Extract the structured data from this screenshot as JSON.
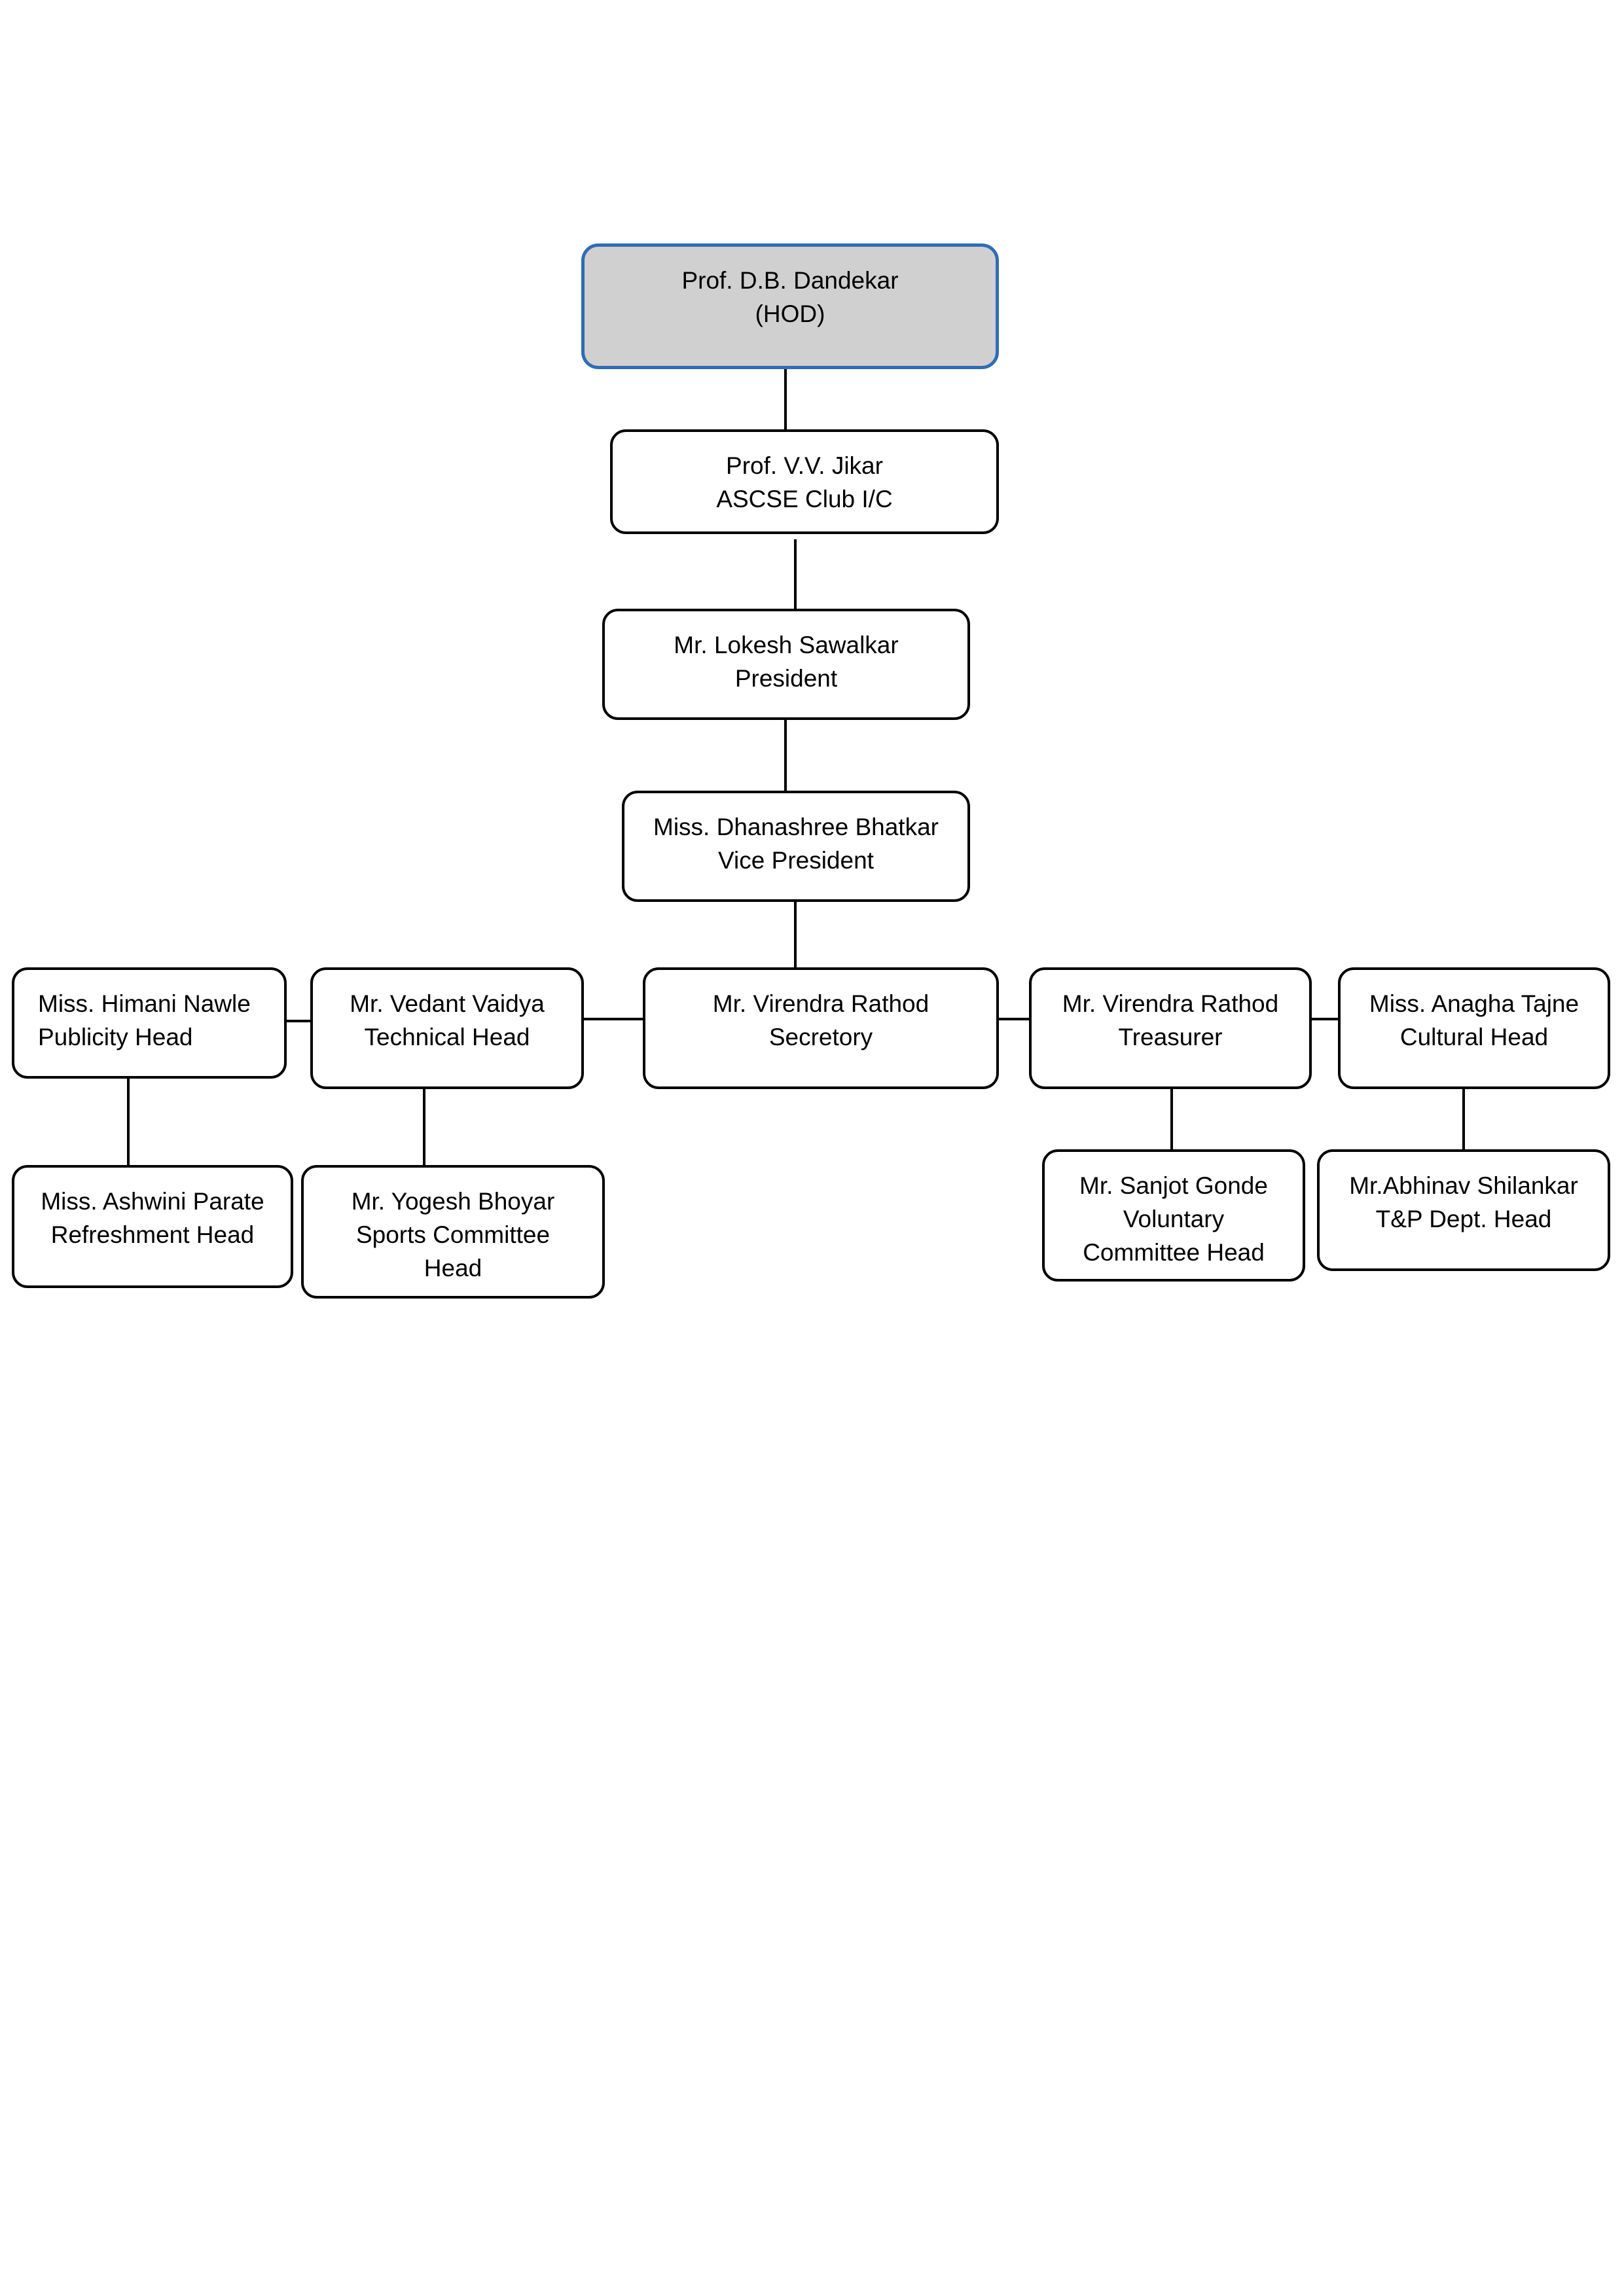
{
  "org_chart": {
    "hod": {
      "name": "Prof. D.B. Dandekar",
      "role": "(HOD)"
    },
    "club_incharge": {
      "name": "Prof. V.V. Jikar",
      "role": "ASCSE Club I/C"
    },
    "president": {
      "name": "Mr. Lokesh Sawalkar",
      "role": "President"
    },
    "vice_president": {
      "name": "Miss. Dhanashree Bhatkar",
      "role": "Vice President"
    },
    "secretary": {
      "name": "Mr. Virendra Rathod",
      "role": "Secretory"
    },
    "technical_head": {
      "name": "Mr. Vedant Vaidya",
      "role": "Technical Head"
    },
    "publicity_head": {
      "name": "Miss. Himani Nawle",
      "role": "Publicity Head"
    },
    "treasurer": {
      "name": "Mr. Virendra Rathod",
      "role": "Treasurer"
    },
    "cultural_head": {
      "name": "Miss. Anagha Tajne",
      "role": "Cultural Head"
    },
    "refreshment_head": {
      "name": "Miss. Ashwini Parate",
      "role": "Refreshment Head"
    },
    "sports_head": {
      "name": "Mr. Yogesh Bhoyar",
      "role_line1": "Sports Committee",
      "role_line2": "Head"
    },
    "voluntary_head": {
      "name": "Mr. Sanjot Gonde",
      "role_line1": "Voluntary",
      "role_line2": "Committee Head"
    },
    "tp_head": {
      "name": "Mr.Abhinav Shilankar",
      "role": "T&P Dept. Head"
    }
  },
  "colors": {
    "root_fill": "#d1d0d1",
    "root_border": "#2e6db4",
    "box_border": "#000000",
    "box_fill": "#ffffff"
  }
}
